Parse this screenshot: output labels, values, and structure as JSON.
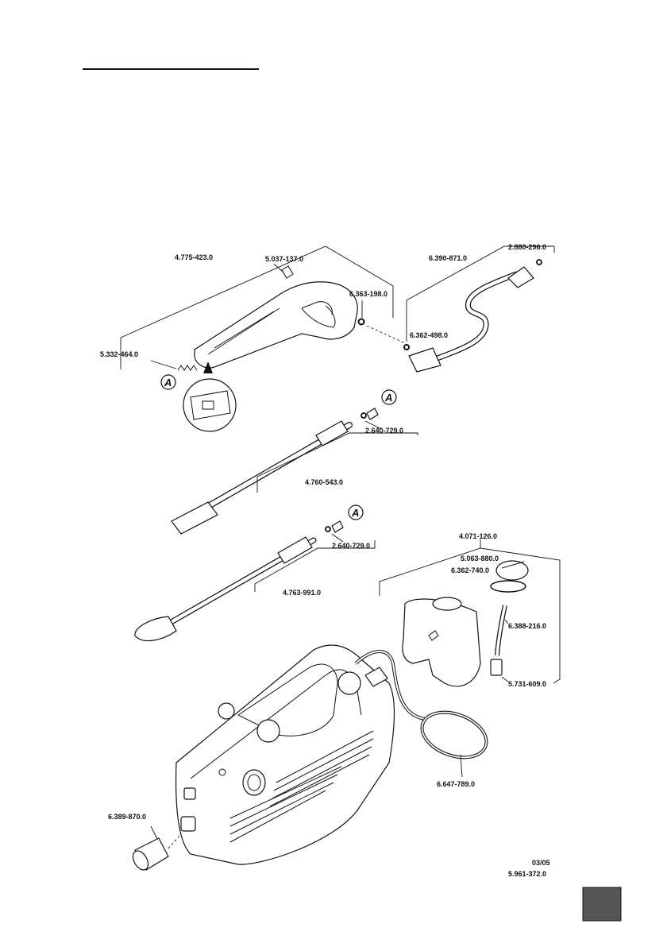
{
  "parts": {
    "p_4775_423": "4.775-423.0",
    "p_5037_137": "5.037-137.0",
    "p_6363_198": "6.363-198.0",
    "p_5332_464": "5.332-464.0",
    "p_6390_871": "6.390-871.0",
    "p_2880_296": "2.880-296.0",
    "p_6362_498": "6.362-498.0",
    "p_2640_729_a": "2.640-729.0",
    "p_4760_543": "4.760-543.0",
    "p_2640_729_b": "2.640-729.0",
    "p_4763_991": "4.763-991.0",
    "p_4071_126": "4.071-126.0",
    "p_5063_880": "5.063-880.0",
    "p_6362_740": "6.362-740.0",
    "p_6388_216": "6.388-216.0",
    "p_5731_609": "5.731-609.0",
    "p_6647_789": "6.647-789.0",
    "p_6389_870": "6.389-870.0"
  },
  "markers": {
    "a1": "A",
    "a2": "A",
    "a3": "A"
  },
  "footer": {
    "date": "03/05",
    "doc_number": "5.961-372.0"
  }
}
